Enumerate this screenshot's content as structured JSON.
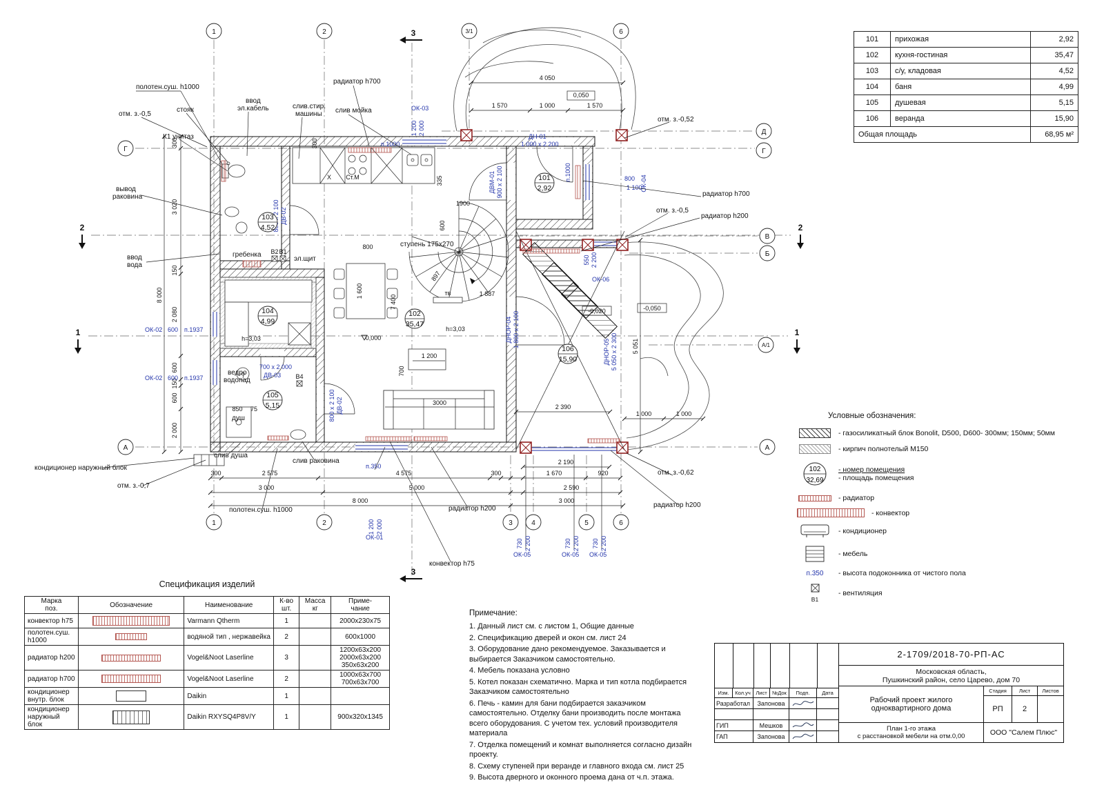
{
  "schedule": {
    "rows": [
      {
        "num": "101",
        "name": "прихожая",
        "area": "2,92"
      },
      {
        "num": "102",
        "name": "кухня-гостиная",
        "area": "35,47"
      },
      {
        "num": "103",
        "name": "с/у, кладовая",
        "area": "4,52"
      },
      {
        "num": "104",
        "name": "баня",
        "area": "4,99"
      },
      {
        "num": "105",
        "name": "душевая",
        "area": "5,15"
      },
      {
        "num": "106",
        "name": "веранда",
        "area": "15,90"
      }
    ],
    "total_label": "Общая площадь",
    "total_value": "68,95 м²"
  },
  "legend": {
    "title": "Условные обозначения:",
    "block_label": "- газосиликатный блок Bonolit, D500, D600- 300мм; 150мм; 50мм",
    "brick_label": "- кирпич полнотелый М150",
    "stamp_num": "102",
    "stamp_area": "32,69",
    "stamp_label1": "- номер помещения",
    "stamp_label2": "- площадь помещения",
    "radiator_label": "- радиатор",
    "convector_label": "- конвектор",
    "ac_label": "- кондиционер",
    "furniture_label": "- мебель",
    "sill_code": "п.350",
    "sill_label": "- высота подоконника от чистого пола",
    "vent_code": "В1",
    "vent_label": "- вентиляция"
  },
  "spec": {
    "title": "Спецификация изделий",
    "h": {
      "m1": "Марка",
      "m2": "поз.",
      "o": "Обозначение",
      "n": "Наименование",
      "q1": "К-во",
      "q2": "шт.",
      "w1": "Масса",
      "w2": "кг",
      "p1": "Приме-",
      "p2": "чание"
    },
    "rows": [
      {
        "mark": "конвектор h75",
        "name": "Varmann Qtherm",
        "qty": "1",
        "note1": "2000х230х75"
      },
      {
        "mark": "полотен.суш. h1000",
        "name": "водяной тип , нержавейка",
        "qty": "2",
        "note1": "600х1000"
      },
      {
        "mark": "радиатор h200",
        "name": "Vogel&Noot Laserline",
        "qty": "3",
        "note1": "1200х63х200",
        "note2": "2000х63х200",
        "note3": "350х63х200"
      },
      {
        "mark": "радиатор h700",
        "name": "Vogel&Noot Laserline",
        "qty": "2",
        "note1": "1000х63х700",
        "note2": "700х63х700"
      },
      {
        "mark": "кондиционер внутр. блок",
        "name": "Daikin",
        "qty": "1"
      },
      {
        "mark": "кондиционер наружный блок",
        "name": "Daikin RXYSQ4P8V/Y",
        "qty": "1",
        "note1": "900х320х1345"
      }
    ]
  },
  "notes": {
    "title": "Примечание:",
    "items": [
      "1. Данный лист см. с листом 1, Общие данные",
      "2. Спецификацию дверей и окон см. лист 24",
      "3. Оборудование дано рекомендуемое. Заказывается и выбирается Заказчиком самостоятельно.",
      "4. Мебель показана условно",
      "5. Котел показан схематично. Марка и тип котла подбирается Заказчиком самостоятельно",
      "6. Печь - камин для бани подбирается заказчиком самостоятельно. Отделку бани производить после монтажа всего оборудования. С учетом тех. условий производителя материала",
      "7. Отделка помещений и комнат выполняется согласно дизайн проекту.",
      "8. Схему ступеней при веранде и главного входа см. лист 25",
      "9. Высота дверного и оконного проема дана от ч.п. этажа."
    ]
  },
  "stamp": {
    "doc_number": "2-1709/2018-70-РП-АС",
    "address1": "Московская область,",
    "address2": "Пушкинский район, село Царево, дом 70",
    "cols": {
      "izm": "Изм.",
      "koluch": "Кол.уч",
      "list": "Лист",
      "ndok": "№Док",
      "podp": "Подп.",
      "data": "Дата"
    },
    "roles": [
      {
        "role": "Разработал",
        "name": "Запонова"
      },
      {
        "role": "ГИП",
        "name": "Мешков"
      },
      {
        "role": "ГАП",
        "name": "Запонова"
      }
    ],
    "project_title1": "Рабочий проект жилого",
    "project_title2": "одноквартирного дома",
    "stage_label": "Стадия",
    "sheet_label": "Лист",
    "sheets_label": "Листов",
    "stage": "РП",
    "sheet": "2",
    "sheet_title1": "План 1-го этажа",
    "sheet_title2": "с расстановкой мебели на отм.0,00",
    "company": "ООО \"Салем Плюс\""
  },
  "plan": {
    "grid": {
      "n1": "1",
      "n2": "2",
      "n3": "3",
      "n31": "3/1",
      "n4": "4",
      "n5": "5",
      "n6": "6",
      "gG": "Г",
      "gA": "А",
      "gD": "Д",
      "gB": "Б",
      "gV": "В",
      "gA1": "А/1",
      "s1": "1",
      "s2": "2",
      "s3": "3"
    },
    "rooms": [
      {
        "num": "101",
        "area": "2,92"
      },
      {
        "num": "102",
        "area": "35,47"
      },
      {
        "num": "103",
        "area": "4,52"
      },
      {
        "num": "104",
        "area": "4,99"
      },
      {
        "num": "105",
        "area": "5,15"
      },
      {
        "num": "106",
        "area": "15,90"
      }
    ],
    "labels": {
      "polot": "полотен.суш. h1000",
      "otm05": "отм. з.-0,5",
      "otm052": "отм. з.-0,52",
      "otm062": "отм. з.-0,62",
      "otm07": "отм. з.-0,7",
      "stoyak": "стояк",
      "k1": "К1 унитаз",
      "vvod": "ввод",
      "elkab": "эл.кабель",
      "voda": "вода",
      "slivstir": "слив.стир.",
      "mashiny": "машины",
      "slivmoyka": "слив мойка",
      "rad700": "радиатор h700",
      "rad200": "радиатор h200",
      "konv75": "конвектор h75",
      "vyvod": "вывод",
      "rakovina": "раковина",
      "grebenka": "гребенка",
      "elshit": "эл.щит",
      "vedro": "ведро",
      "vodopad": "водопад",
      "dush": "душ",
      "slivdusha": "слив душа",
      "slivrak": "слив раковина",
      "kondnar": "кондиционер наружный блок",
      "stupen": "ступень 175х270",
      "h303": "h=3,03",
      "kh": "Х",
      "stm": "Ст.М",
      "tv": "тв"
    },
    "codes": {
      "ok01": "ОК-01",
      "ok02": "ОК-02",
      "ok03": "ОК-03",
      "ok04": "ОК-04",
      "ok05": "ОК-05",
      "ok06": "ОК-06",
      "p350": "п.350",
      "p1000": "п.1000",
      "p1937": "п.1937",
      "dn01": "ДН-01",
      "dn01s": "1 000 х 2 200",
      "dvm01": "ДВМ-01",
      "dvm01s": "900 х 2 100",
      "dnor04": "ДНОР-04",
      "dnor04s": "1 800 х 2 100",
      "dnor05": "ДНОР-05",
      "dnor05s": "5 050 х 2 300",
      "dv02": "ДВ-02",
      "dv02s": "800 х 2 100",
      "dv03": "ДВ-03",
      "dv03s": "700 х 2 000",
      "v1": "В1",
      "v2": "В2",
      "v4": "В4"
    },
    "dims": {
      "d300": "300",
      "d335": "335",
      "d550": "550",
      "d600": "600",
      "d700": "700",
      "d730": "730",
      "d75": "75",
      "d800": "800",
      "d850": "850",
      "d897": "897",
      "d920": "920",
      "d1000": "1 000",
      "d1100": "1 100",
      "d1200": "1 200",
      "d150": "150",
      "d1570": "1 570",
      "d1600": "1 600",
      "d1670": "1 670",
      "d1887": "1 887",
      "d1900": "1900",
      "d2000": "2 000",
      "d2080": "2 080",
      "d2190": "2 190",
      "d2200": "2 200",
      "d2390": "2 390",
      "d2575": "2 575",
      "d2590": "2 590",
      "d3000": "3 000",
      "d3000p": "3000",
      "d3020": "3 020",
      "d4050": "4 050",
      "d4575": "4 575",
      "d5000": "5 000",
      "d5051": "5 051",
      "d7400": "7 400",
      "d8000": "8 000",
      "d0000": "0,000",
      "d0050": "0,050",
      "dm020": "-0,020",
      "dm050": "-0,050"
    }
  }
}
